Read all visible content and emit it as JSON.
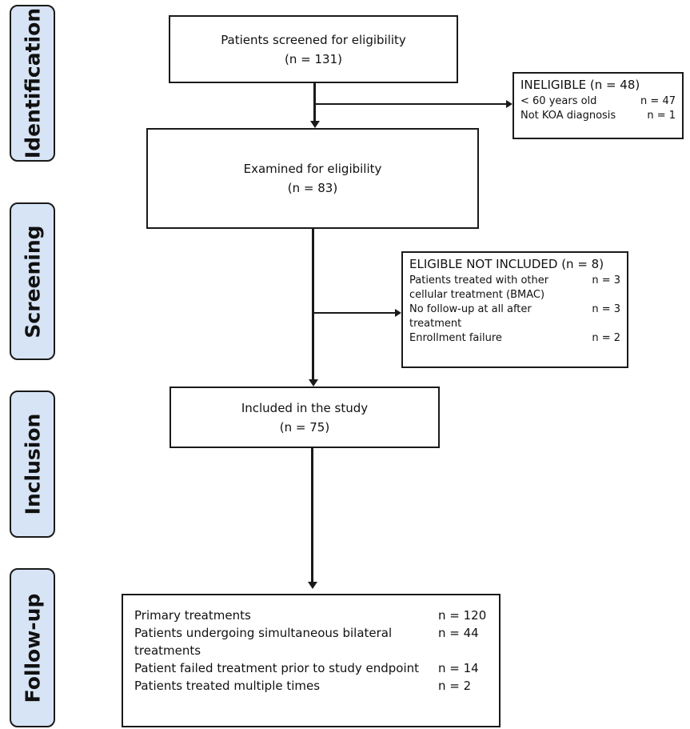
{
  "phases": {
    "identification": "Identification",
    "screening": "Screening",
    "inclusion": "Inclusion",
    "follow_up": "Follow-up"
  },
  "screened": {
    "label": "Patients screened for eligibility",
    "n": "(n = 131)"
  },
  "ineligible": {
    "title": "INELIGIBLE (n = 48)",
    "items": [
      {
        "label": "< 60 years old",
        "n": "n = 47"
      },
      {
        "label": "Not KOA diagnosis",
        "n": "n = 1"
      }
    ]
  },
  "examined": {
    "label": "Examined for eligibility",
    "n": "(n = 83)"
  },
  "not_included": {
    "title": "ELIGIBLE NOT INCLUDED (n = 8)",
    "items": [
      {
        "label": "Patients treated with other cellular treatment (BMAC)",
        "n": "n = 3"
      },
      {
        "label": "No follow-up at all after treatment",
        "n": "n = 3"
      },
      {
        "label": "Enrollment failure",
        "n": "n = 2"
      }
    ]
  },
  "included": {
    "label": "Included in the study",
    "n": "(n = 75)"
  },
  "follow_up": {
    "items": [
      {
        "label": "Primary treatments",
        "n": "n = 120"
      },
      {
        "label": "Patients undergoing simultaneous bilateral treatments",
        "n": "n = 44"
      },
      {
        "label": "Patient failed treatment prior to study endpoint",
        "n": "n = 14"
      },
      {
        "label": "Patients treated multiple times",
        "n": "n = 2"
      }
    ]
  },
  "colors": {
    "phase_fill": "#d6e4f5",
    "line": "#1a1a1a"
  }
}
